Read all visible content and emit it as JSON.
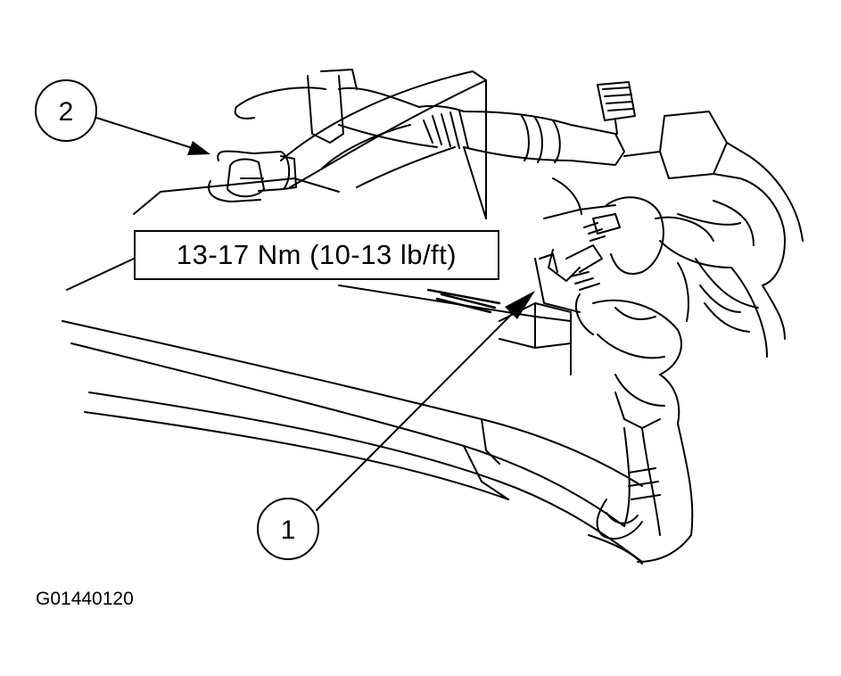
{
  "callouts": [
    {
      "id": "1",
      "label": "1"
    },
    {
      "id": "2",
      "label": "2"
    }
  ],
  "torque_spec": "13-17 Nm (10-13 lb/ft)",
  "figure_code": "G01440120"
}
